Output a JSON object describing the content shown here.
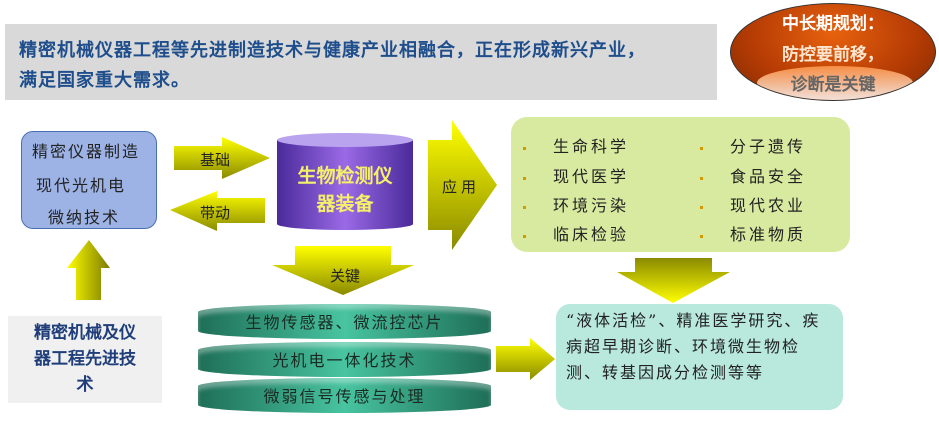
{
  "banner": {
    "line1": "精密机械仪器工程等先进制造技术与健康产业相融合，正在形成新兴产业，",
    "line2": "满足国家重大需求。"
  },
  "ellipse": {
    "line1": "中长期规划：",
    "line2": "防控要前移，",
    "line3": "诊断是关键"
  },
  "blue_box": {
    "line1": "精密仪器制造",
    "line2": "现代光机电",
    "line3": "微纳技术"
  },
  "arrows": {
    "foundation": "基础",
    "drive": "带动",
    "apply": "应用",
    "key": "关键"
  },
  "center": {
    "line1": "生物检测仪",
    "line2": "器装备"
  },
  "applications": {
    "left": [
      "生命科学",
      "现代医学",
      "环境污染",
      "临床检验"
    ],
    "right": [
      "分子遗传",
      "食品安全",
      "现代农业",
      "标准物质"
    ]
  },
  "gray_box": {
    "line1": "精密机械及仪",
    "line2": "器工程先进技",
    "line3": "术"
  },
  "layers": [
    "生物传感器、微流控芯片",
    "光机电一体化技术",
    "微弱信号传感与处理"
  ],
  "outcome": "“液体活检”、精准医学研究、疾病超早期诊断、环境微生物检测、转基因成分检测等等"
}
